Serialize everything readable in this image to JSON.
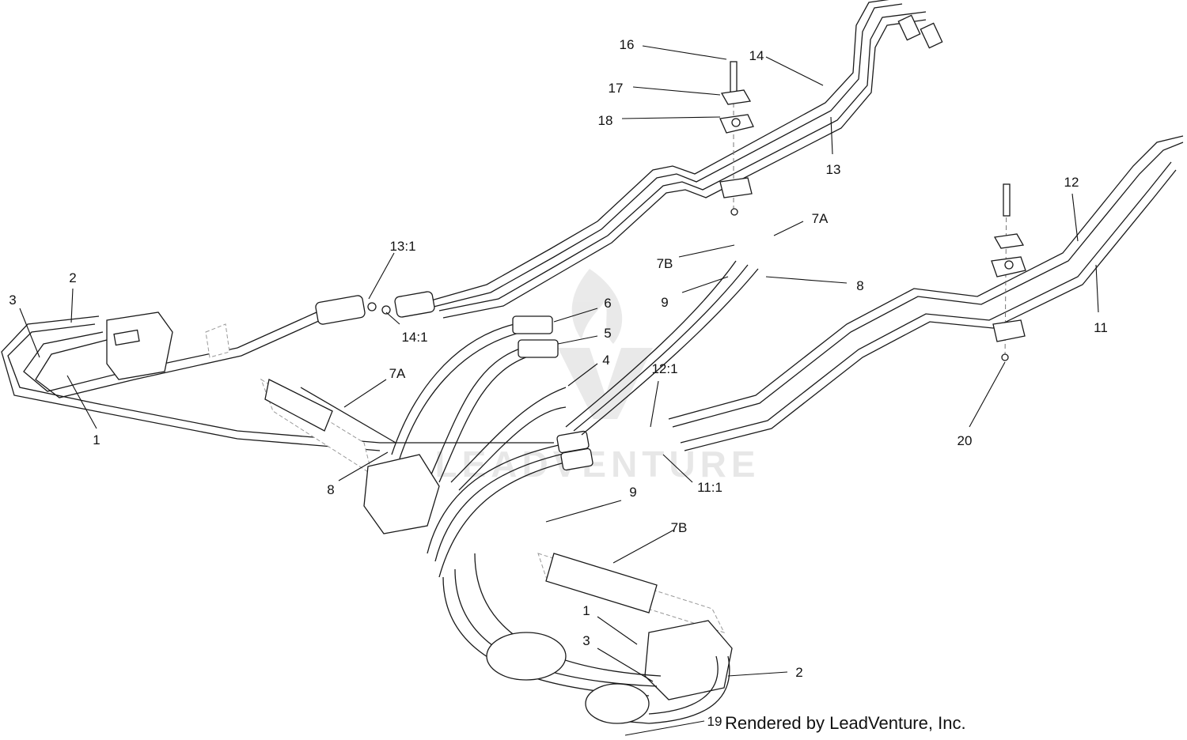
{
  "callouts": [
    {
      "label": "16"
    },
    {
      "label": "14"
    },
    {
      "label": "17"
    },
    {
      "label": "18"
    },
    {
      "label": "13"
    },
    {
      "label": "12"
    },
    {
      "label": "7A"
    },
    {
      "label": "13:1"
    },
    {
      "label": "7B"
    },
    {
      "label": "8"
    },
    {
      "label": "2"
    },
    {
      "label": "9"
    },
    {
      "label": "3"
    },
    {
      "label": "11"
    },
    {
      "label": "6"
    },
    {
      "label": "14:1"
    },
    {
      "label": "5"
    },
    {
      "label": "4"
    },
    {
      "label": "12:1"
    },
    {
      "label": "7A"
    },
    {
      "label": "1"
    },
    {
      "label": "20"
    },
    {
      "label": "8"
    },
    {
      "label": "11:1"
    },
    {
      "label": "9"
    },
    {
      "label": "7B"
    },
    {
      "label": "1"
    },
    {
      "label": "3"
    },
    {
      "label": "2"
    },
    {
      "label": "19"
    }
  ],
  "credit": "Rendered by LeadVenture, Inc.",
  "watermark": "LEADVENTURE"
}
